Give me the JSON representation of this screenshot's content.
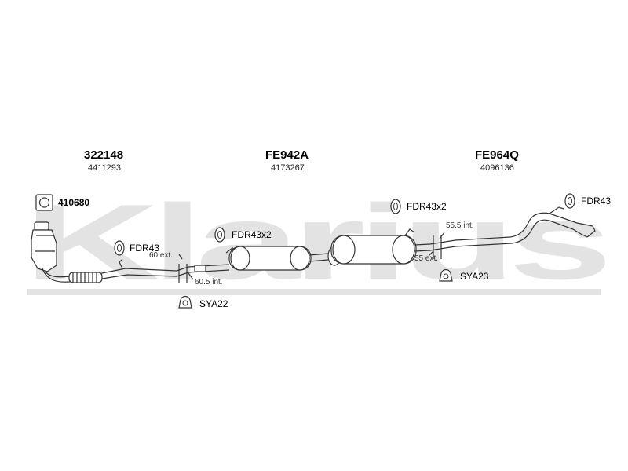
{
  "watermark": "Klarius",
  "groups": [
    {
      "part": "322148",
      "ref": "4411293"
    },
    {
      "part": "FE942A",
      "ref": "4173267"
    },
    {
      "part": "FE964Q",
      "ref": "4096136"
    }
  ],
  "fittings": {
    "clamp_410680": "410680",
    "fdr43_left": "FDR43",
    "fdr43x2_mid": "FDR43x2",
    "fdr43x2_right": "FDR43x2",
    "fdr43_tail": "FDR43",
    "sya22": "SYA22",
    "sya23": "SYA23"
  },
  "dimensions": {
    "d60_ext": "60 ext.",
    "d60_5_int": "60.5 int.",
    "d55_5_int": "55.5 int.",
    "d55_ext": "55 ext."
  }
}
